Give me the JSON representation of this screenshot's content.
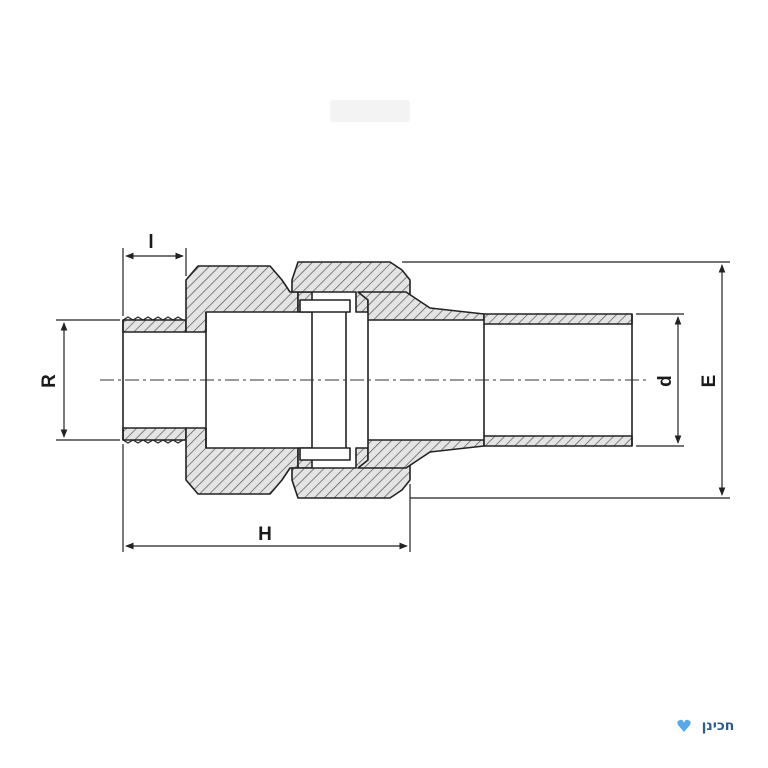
{
  "diagram": {
    "dimension_labels": {
      "l": "l",
      "r": "R",
      "h": "H",
      "d": "d",
      "e": "E"
    }
  },
  "logo": {
    "text": "חכינן",
    "colors": {
      "mark": "#5aa9e6",
      "text": "#2e5c8a"
    }
  },
  "colors": {
    "line": "#222222",
    "hatch": "#555555",
    "hatch_fill": "#e4e4e4",
    "background": "#ffffff"
  }
}
